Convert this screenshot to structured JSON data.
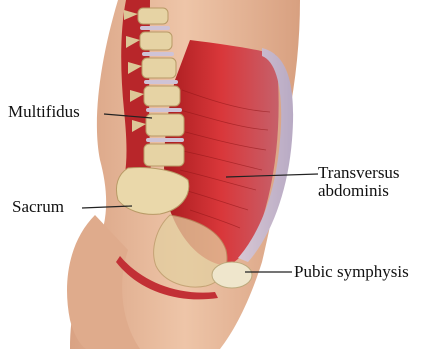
{
  "labels": {
    "multifidus": "Multifidus",
    "sacrum": "Sacrum",
    "transversus_line1": "Transversus",
    "transversus_line2": "abdominis",
    "pubic_symphysis": "Pubic symphysis"
  },
  "colors": {
    "skin": "#e6b99c",
    "skin_shadow": "#d49a7a",
    "muscle": "#c9282a",
    "muscle_light": "#e0594f",
    "bone": "#e8d6a8",
    "disc": "#cfc3d6",
    "fascia": "#c9bfd6",
    "leader_line": "#222222"
  }
}
